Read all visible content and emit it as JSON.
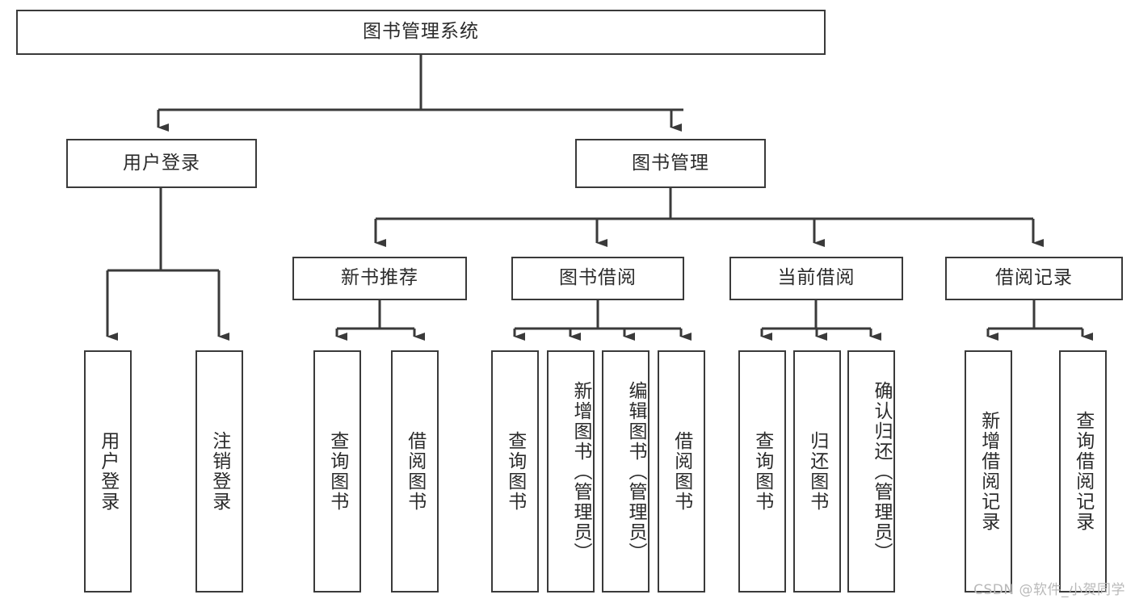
{
  "diagram": {
    "title": "图书管理系统",
    "type": "tree-hierarchy",
    "colors": {
      "background": "#ffffff",
      "box_border": "#3a3a3a",
      "box_fill": "#ffffff",
      "text": "#2b2b2b",
      "edge": "#3a3a3a",
      "watermark": "#b9b9b9"
    },
    "root": {
      "label": "图书管理系统"
    },
    "level2": [
      {
        "id": "user-login",
        "label": "用户登录"
      },
      {
        "id": "book-manage",
        "label": "图书管理"
      }
    ],
    "level3": [
      {
        "id": "new-book-recommend",
        "label": "新书推荐"
      },
      {
        "id": "book-borrow",
        "label": "图书借阅"
      },
      {
        "id": "current-borrow",
        "label": "当前借阅"
      },
      {
        "id": "borrow-record",
        "label": "借阅记录"
      }
    ],
    "leaves": {
      "user_login": [
        {
          "id": "leaf-user-login",
          "label": "用户登录"
        },
        {
          "id": "leaf-logout-login",
          "label": "注销登录"
        }
      ],
      "new_book_recommend": [
        {
          "id": "leaf-query-book-1",
          "label": "查询图书"
        },
        {
          "id": "leaf-borrow-book-1",
          "label": "借阅图书"
        }
      ],
      "book_borrow": [
        {
          "id": "leaf-query-book-2",
          "label": "查询图书"
        },
        {
          "id": "leaf-add-book",
          "label": "新增图书（管理员）"
        },
        {
          "id": "leaf-edit-book",
          "label": "编辑图书（管理员）"
        },
        {
          "id": "leaf-borrow-book-2",
          "label": "借阅图书"
        }
      ],
      "current_borrow": [
        {
          "id": "leaf-query-book-3",
          "label": "查询图书"
        },
        {
          "id": "leaf-return-book",
          "label": "归还图书"
        },
        {
          "id": "leaf-confirm-return",
          "label": "确认归还（管理员）"
        }
      ],
      "borrow_record": [
        {
          "id": "leaf-add-record",
          "label": "新增借阅记录"
        },
        {
          "id": "leaf-query-record",
          "label": "查询借阅记录"
        }
      ]
    },
    "watermark": "CSDN @软件_小贺同学"
  }
}
